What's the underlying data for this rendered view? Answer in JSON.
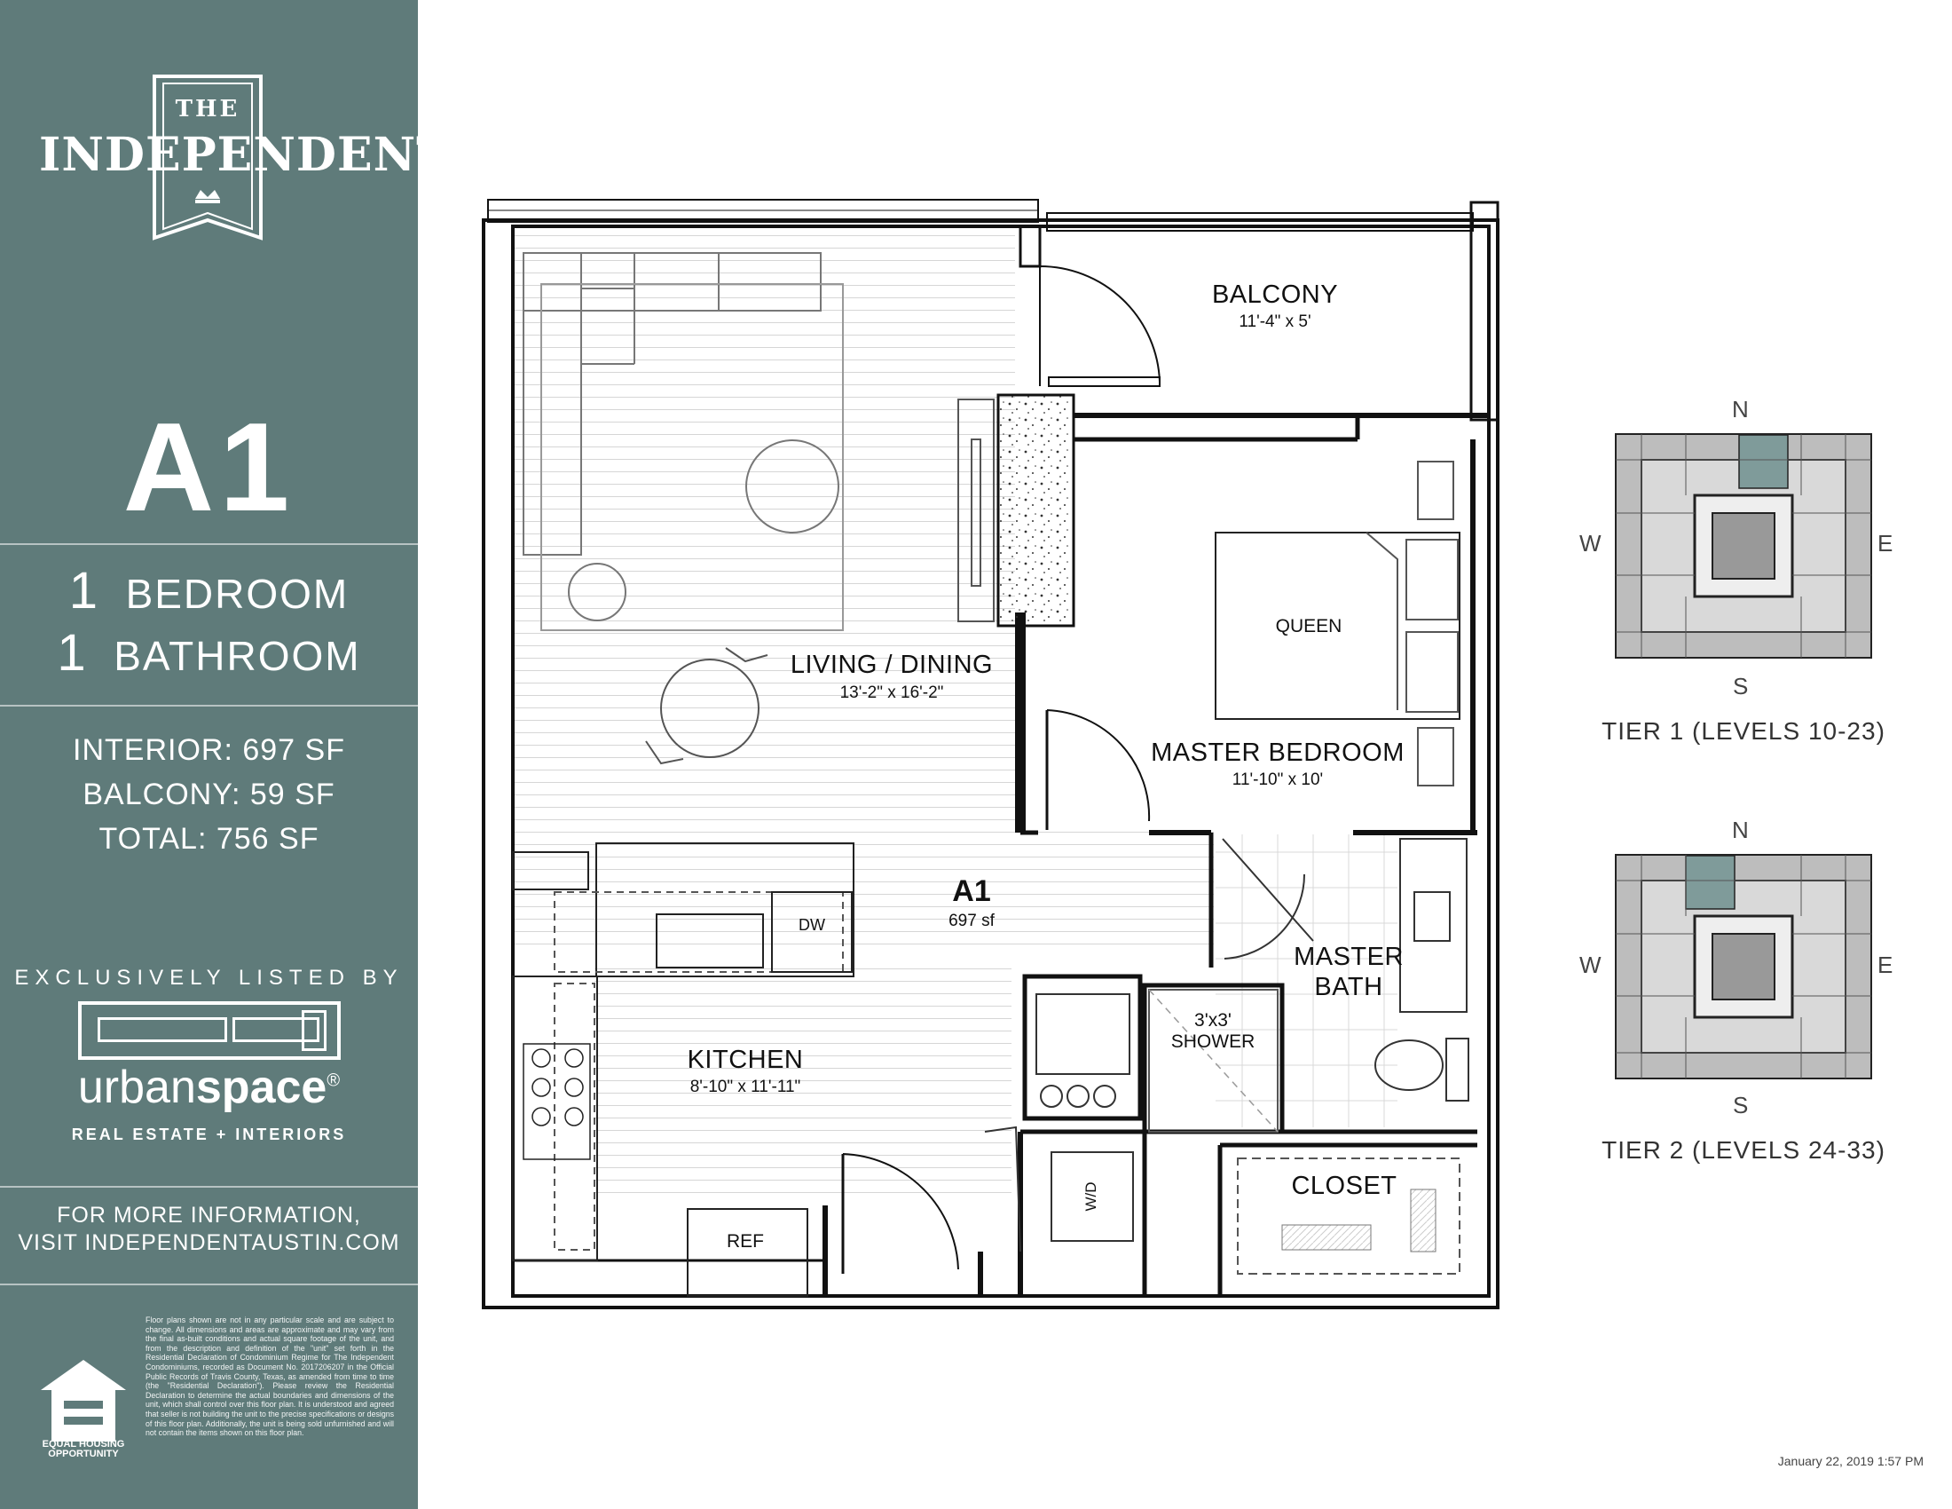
{
  "brand": {
    "the": "THE",
    "name": "INDEPENDENT"
  },
  "unit": {
    "code": "A1",
    "bedrooms_count": "1",
    "bedrooms_label": "BEDROOM",
    "bathrooms_count": "1",
    "bathrooms_label": "BATHROOM",
    "interior": "INTERIOR:  697 SF",
    "balcony": "BALCONY:  59 SF",
    "total": "TOTAL:  756 SF"
  },
  "listing": {
    "exclusively": "EXCLUSIVELY LISTED BY",
    "company_light": "urban",
    "company_bold": "space",
    "company_mark": "®",
    "company_sub": "REAL ESTATE + INTERIORS"
  },
  "info": {
    "line1": "FOR MORE INFORMATION,",
    "line2": "VISIT INDEPENDENTAUSTIN.COM"
  },
  "eho": {
    "line1": "EQUAL HOUSING",
    "line2": "OPPORTUNITY"
  },
  "disclaimer": "Floor plans shown are not in any particular scale and are subject to change. All dimensions and areas are approximate and may vary from the final as-built conditions and actual square footage of the unit, and from the description and definition of the \"unit\" set forth in the Residential Declaration of Condominium Regime for The Independent Condominiums, recorded as Document No. 2017206207 in the Official Public Records of Travis County, Texas, as amended from time to time (the \"Residential Declaration\"). Please review the Residential Declaration to determine the actual boundaries and dimensions of the unit, which shall control over this floor plan. It is understood and agreed that seller is not building the unit to the precise specifications or designs of this floor plan. Additionally, the unit is being sold unfurnished and will not contain the items shown on this floor plan.",
  "plan": {
    "balcony": {
      "name": "BALCONY",
      "dim": "11'-4\" x 5'"
    },
    "living": {
      "name": "LIVING / DINING",
      "dim": "13'-2\" x 16'-2\""
    },
    "bed": "QUEEN",
    "master_bedroom": {
      "name": "MASTER BEDROOM",
      "dim": "11'-10\" x 10'"
    },
    "unit_label": {
      "code": "A1",
      "sf": "697 sf"
    },
    "dw": "DW",
    "master_bath": {
      "line1": "MASTER",
      "line2": "BATH"
    },
    "shower": {
      "line1": "3'x3'",
      "line2": "SHOWER"
    },
    "kitchen": {
      "name": "KITCHEN",
      "dim": "8'-10\" x 11'-11\""
    },
    "wd": "W/D",
    "closet": "CLOSET",
    "ref": "REF"
  },
  "tiers": [
    {
      "caption": "TIER 1 (LEVELS 10-23)",
      "n": "N",
      "s": "S",
      "e": "E",
      "w": "W"
    },
    {
      "caption": "TIER 2 (LEVELS 24-33)",
      "n": "N",
      "s": "S",
      "e": "E",
      "w": "W"
    }
  ],
  "timestamp": "January 22, 2019 1:57 PM",
  "colors": {
    "sidebar": "#5f7b7a",
    "highlight": "#7f9b9a"
  }
}
